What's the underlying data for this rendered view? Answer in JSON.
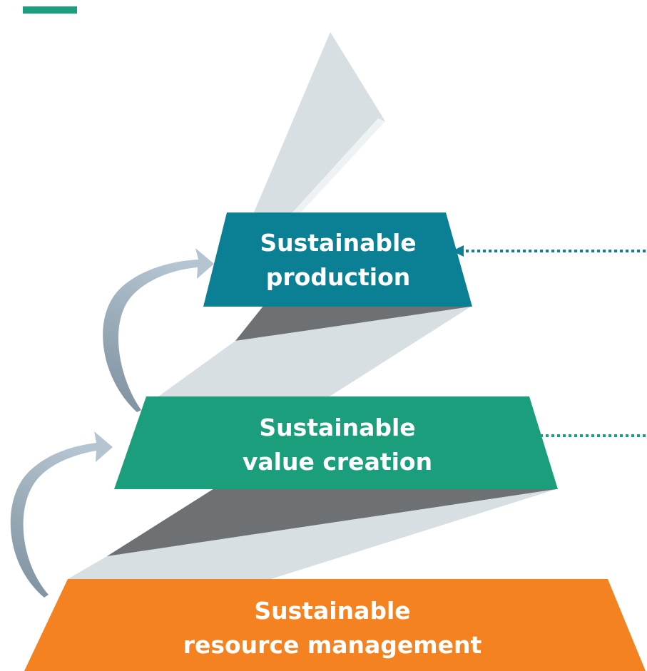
{
  "accent_bar": {
    "color": "#1a9e7e"
  },
  "colors": {
    "band_light": "#d8dfe3",
    "band_dark": "#6d7174",
    "arrow": "#93a8b8",
    "connector_production": "#0d7f95",
    "connector_value": "#1a9e7e"
  },
  "tiers": [
    {
      "id": "production",
      "color": "#0b8094",
      "line1": "Sustainable",
      "line2": "production"
    },
    {
      "id": "value-creation",
      "color": "#1b9e7c",
      "line1": "Sustainable",
      "line2": "value creation"
    },
    {
      "id": "resource-management",
      "color": "#f58220",
      "line1": "Sustainable",
      "line2": "resource management"
    }
  ],
  "arrows": [
    {
      "from": "value-creation",
      "to": "production",
      "icon": "curved-arrow-up"
    },
    {
      "from": "resource-management",
      "to": "value-creation",
      "icon": "curved-arrow-up"
    }
  ],
  "connectors": [
    {
      "from": "right-edge",
      "to": "production",
      "style": "dotted",
      "arrowhead": true
    },
    {
      "from": "right-edge",
      "to": "value-creation",
      "style": "dotted",
      "arrowhead": false
    }
  ]
}
